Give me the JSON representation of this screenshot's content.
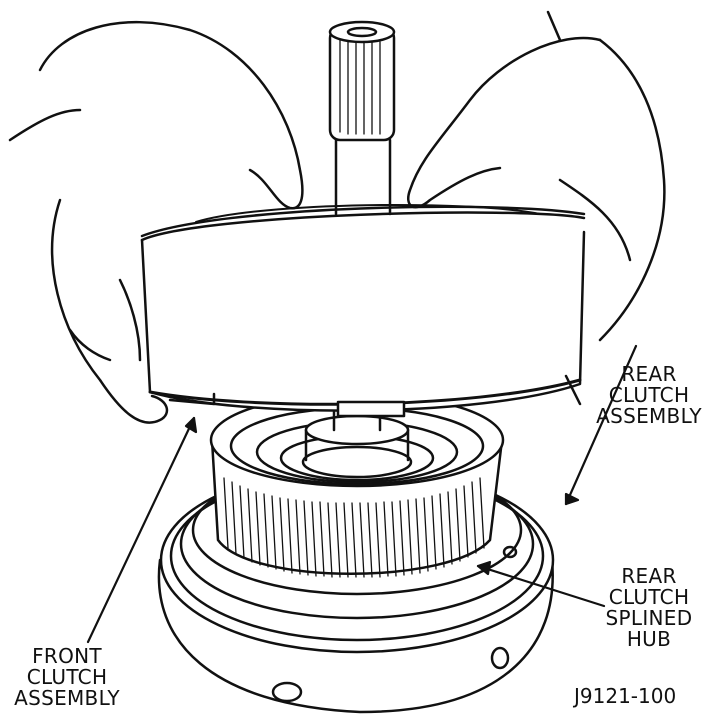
{
  "labels": {
    "rear_clutch_assembly": [
      "REAR",
      "CLUTCH",
      "ASSEMBLY"
    ],
    "rear_clutch_splined_hub": [
      "REAR",
      "CLUTCH",
      "SPLINED",
      "HUB"
    ],
    "front_clutch_assembly": [
      "FRONT",
      "CLUTCH",
      "ASSEMBLY"
    ]
  },
  "figure_id": "J9121-100",
  "colors": {
    "ink": "#111111",
    "background": "#ffffff"
  }
}
